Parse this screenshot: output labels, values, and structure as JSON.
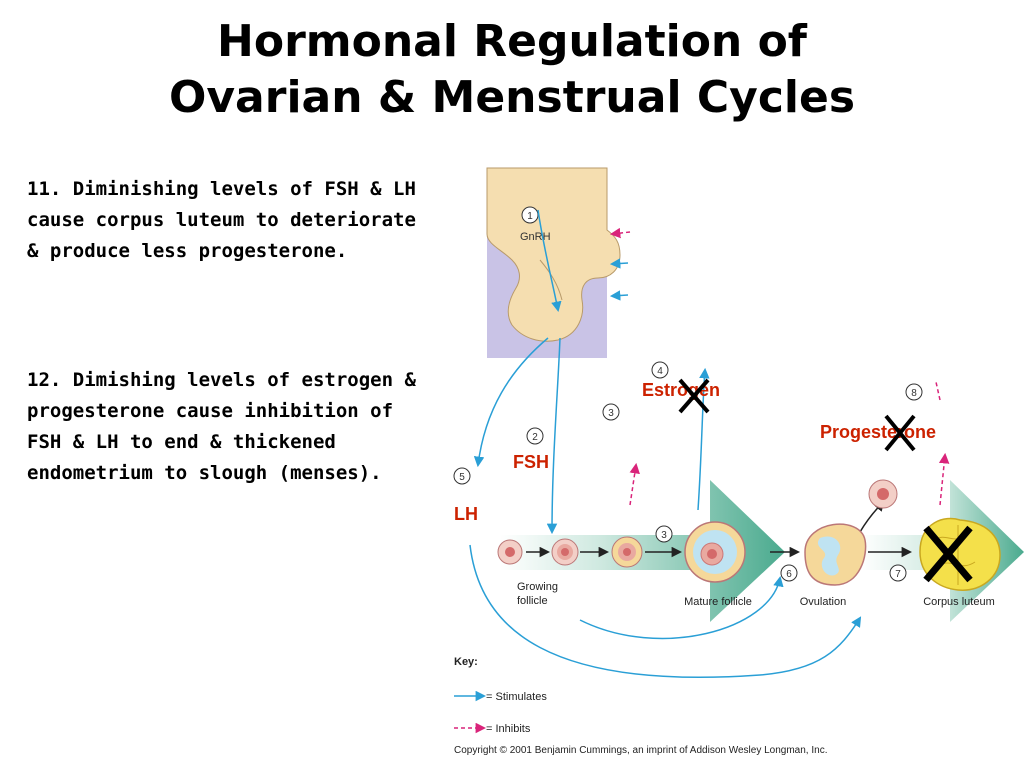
{
  "slide": {
    "title_line1": "Hormonal Regulation of",
    "title_line2": "Ovarian & Menstrual Cycles",
    "point_11": "11. Diminishing levels of FSH & LH cause corpus luteum to deteriorate & produce less progesterone.",
    "point_12": "12. Dimishing levels of estrogen & progesterone cause inhibition of FSH & LH to end & thickened endometrium to slough (menses)."
  },
  "diagram": {
    "hormones": {
      "gnrh": "GnRH",
      "estrogen": "Estrogen",
      "progesterone": "Progesterone",
      "fsh": "FSH",
      "lh": "LH"
    },
    "stages": {
      "growing_follicle_line1": "Growing",
      "growing_follicle_line2": "follicle",
      "mature_follicle": "Mature follicle",
      "ovulation": "Ovulation",
      "corpus_luteum": "Corpus luteum"
    },
    "steps": [
      "1",
      "2",
      "3",
      "3",
      "4",
      "5",
      "6",
      "7",
      "8"
    ],
    "key": {
      "title": "Key:",
      "stimulates": "= Stimulates",
      "inhibits": "= Inhibits"
    },
    "copyright": "Copyright © 2001 Benjamin Cummings, an imprint of Addison Wesley Longman, Inc.",
    "colors": {
      "stimulates": "#2a9fd6",
      "inhibits": "#d9247a",
      "hormone_label": "#cc2200",
      "cross": "#000000",
      "pituitary_bg": "#c9c3e6",
      "gland": "#f5deb0",
      "follicle": "#e8a6a0",
      "arrow_band": "#5cb8a0"
    },
    "icons": [
      "cross-mark-icon",
      "stimulate-arrow-icon",
      "inhibit-arrow-icon"
    ]
  }
}
